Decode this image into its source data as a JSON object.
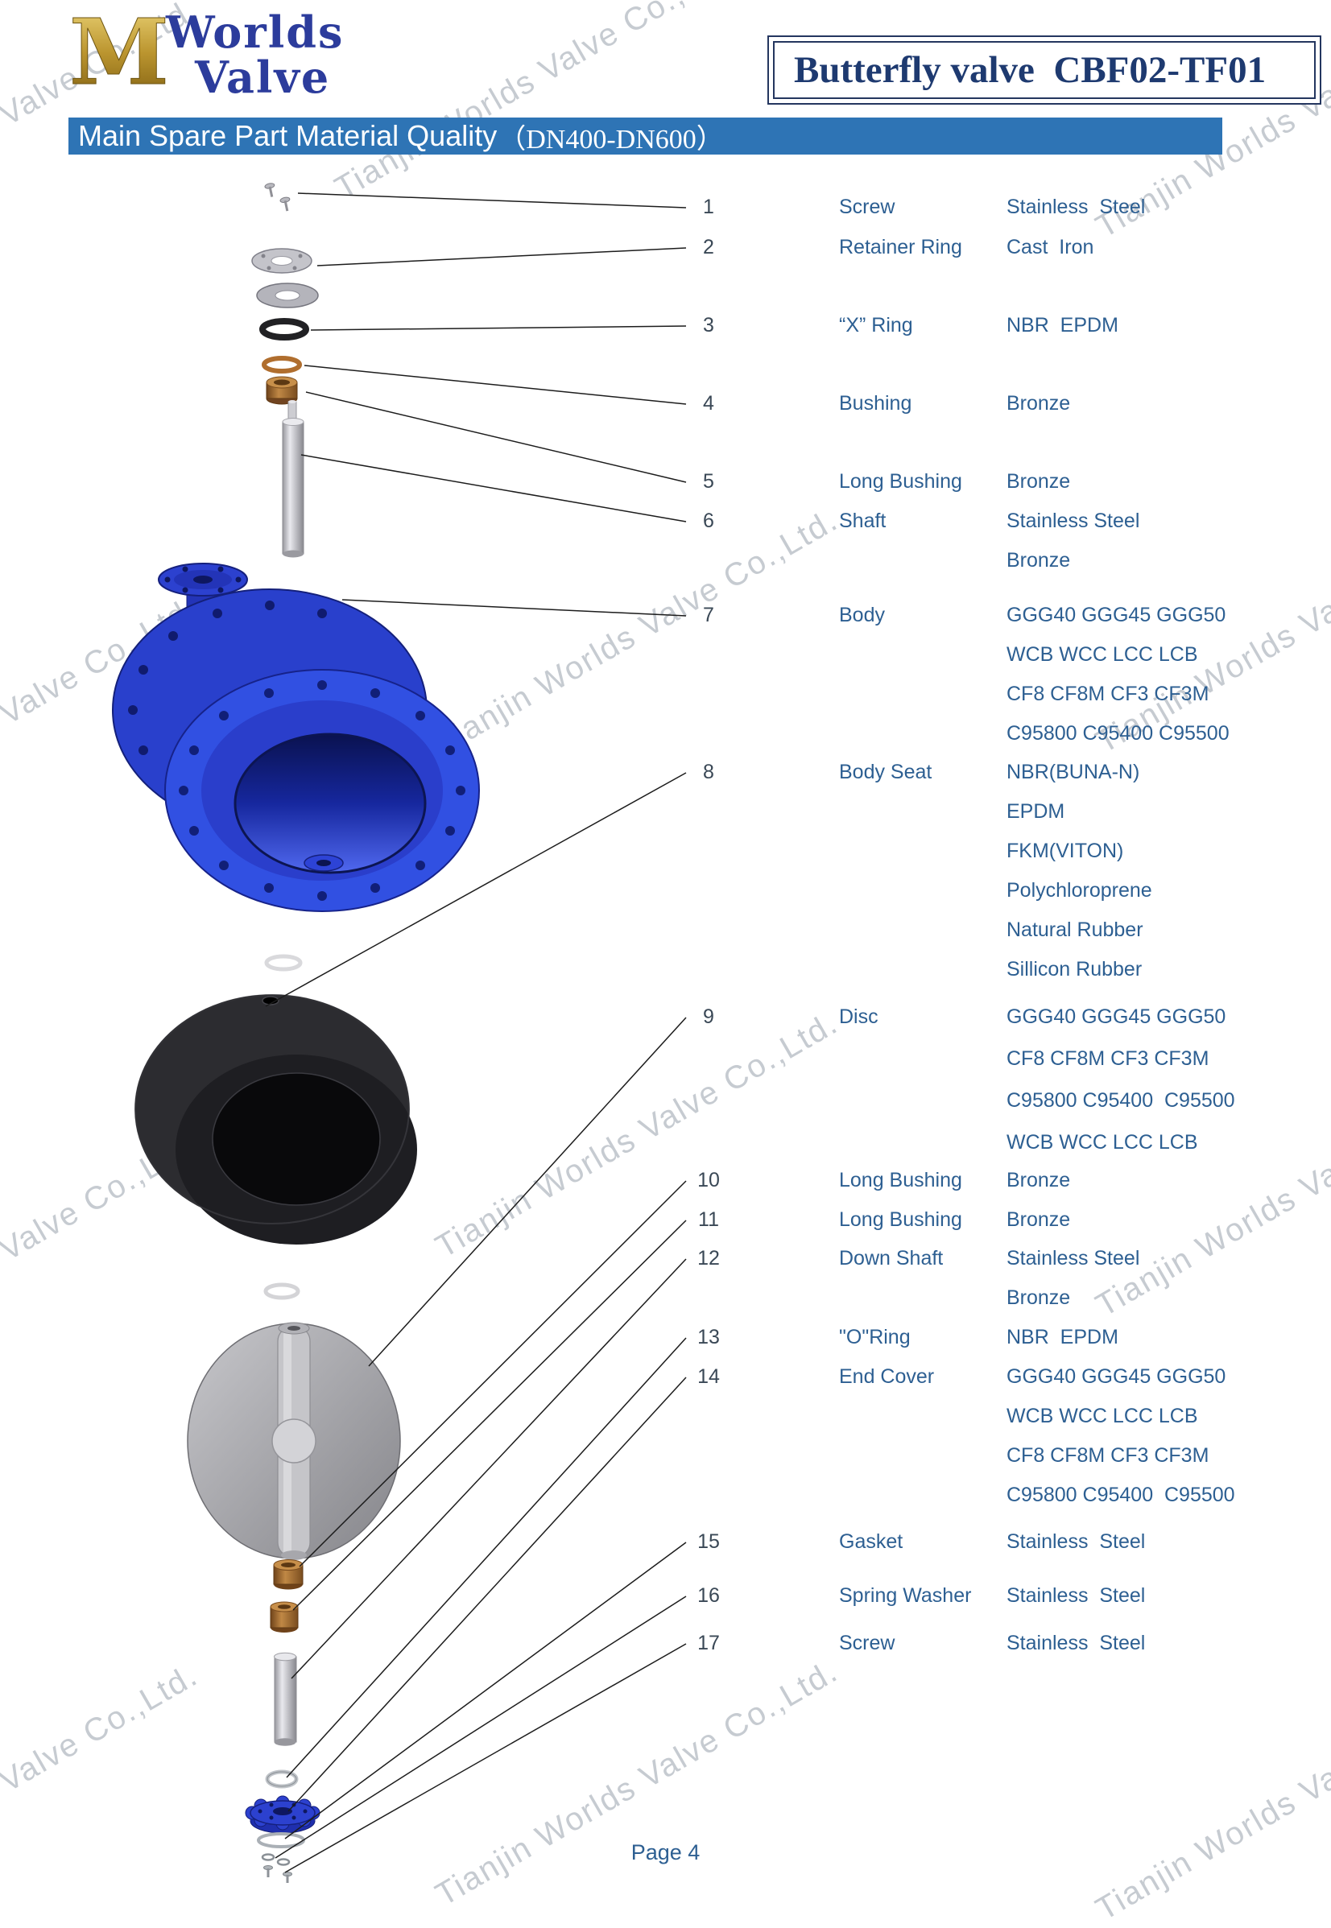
{
  "brand": {
    "line1": "Worlds",
    "line2": "Valve",
    "monogram": "M"
  },
  "title_box": {
    "title": "Butterfly valve  CBF02-TF01"
  },
  "section_header": {
    "text": "Main Spare Part Material Quality",
    "range": "（DN400-DN600）"
  },
  "watermark": {
    "text": "Tianjin Worlds Valve Co.,Ltd."
  },
  "footer": {
    "page": "Page 4"
  },
  "colors": {
    "bar_bg": "#2e74b5",
    "table_text": "#2d5f92",
    "brand_blue": "#2c3c9c",
    "title_navy": "#24365f",
    "body_blue": "#2c41cf",
    "gold": "#bb952f"
  },
  "parts": [
    {
      "num": "1",
      "name": "Screw",
      "materials": [
        "Stainless  Steel"
      ]
    },
    {
      "num": "2",
      "name": "Retainer Ring",
      "materials": [
        "Cast  Iron"
      ]
    },
    {
      "num": "3",
      "name": "“X” Ring",
      "materials": [
        "NBR  EPDM"
      ]
    },
    {
      "num": "4",
      "name": "Bushing",
      "materials": [
        "Bronze"
      ]
    },
    {
      "num": "5",
      "name": "Long Bushing",
      "materials": [
        "Bronze"
      ]
    },
    {
      "num": "6",
      "name": "Shaft",
      "materials": [
        "Stainless Steel",
        "Bronze"
      ]
    },
    {
      "num": "7",
      "name": "Body",
      "materials": [
        "GGG40 GGG45 GGG50",
        "WCB WCC LCC LCB",
        "CF8 CF8M CF3 CF3M",
        "C95800 C95400 C95500"
      ]
    },
    {
      "num": "8",
      "name": "Body Seat",
      "materials": [
        "NBR(BUNA-N)",
        "EPDM",
        "FKM(VITON)",
        "Polychloroprene",
        "Natural Rubber",
        "Sillicon Rubber"
      ]
    },
    {
      "num": "9",
      "name": "Disc",
      "materials": [
        "GGG40 GGG45 GGG50",
        "CF8 CF8M CF3 CF3M",
        "C95800 C95400  C95500",
        "WCB WCC LCC LCB"
      ]
    },
    {
      "num": "10",
      "name": "Long Bushing",
      "materials": [
        "Bronze"
      ]
    },
    {
      "num": "11",
      "name": "Long Bushing",
      "materials": [
        "Bronze"
      ]
    },
    {
      "num": "12",
      "name": "Down Shaft",
      "materials": [
        "Stainless Steel",
        "Bronze"
      ]
    },
    {
      "num": "13",
      "name": "\"O\"Ring",
      "materials": [
        "NBR  EPDM"
      ]
    },
    {
      "num": "14",
      "name": "End Cover",
      "materials": [
        "GGG40 GGG45 GGG50",
        "WCB WCC LCC LCB",
        "CF8 CF8M CF3 CF3M",
        "C95800 C95400  C95500"
      ]
    },
    {
      "num": "15",
      "name": "Gasket",
      "materials": [
        "Stainless  Steel"
      ]
    },
    {
      "num": "16",
      "name": "Spring Washer",
      "materials": [
        "Stainless  Steel"
      ]
    },
    {
      "num": "17",
      "name": "Screw",
      "materials": [
        "Stainless  Steel"
      ]
    }
  ]
}
